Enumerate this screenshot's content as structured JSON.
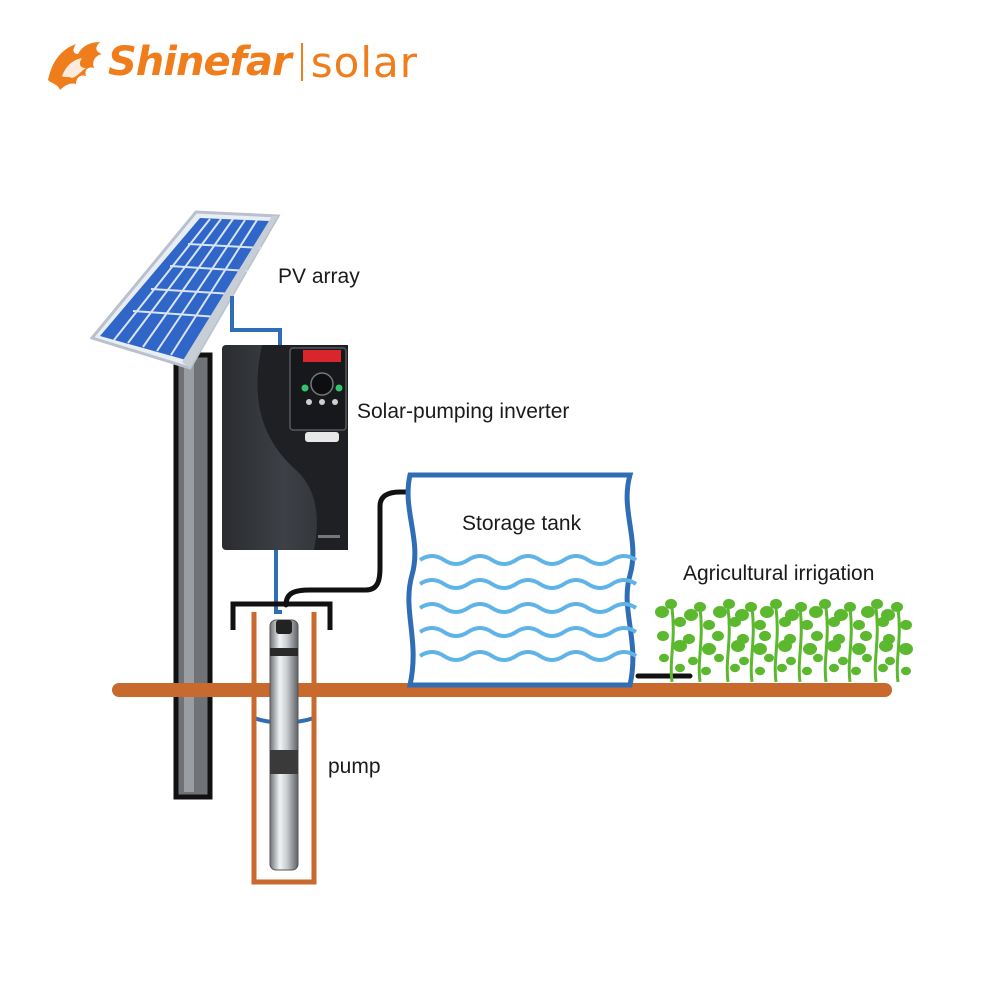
{
  "brand": {
    "name": "Shinefar",
    "suffix": "solar",
    "color": "#f07d1c"
  },
  "labels": {
    "pv_array": "PV array",
    "inverter": "Solar-pumping inverter",
    "storage_tank": "Storage tank",
    "irrigation": "Agricultural irrigation",
    "pump": "pump"
  },
  "colors": {
    "ground": "#c8692e",
    "cable": "#2f6db5",
    "pipe": "#111111",
    "water": "#5fb3e6",
    "plant": "#5cb82e",
    "panel": "#2f66c7"
  }
}
